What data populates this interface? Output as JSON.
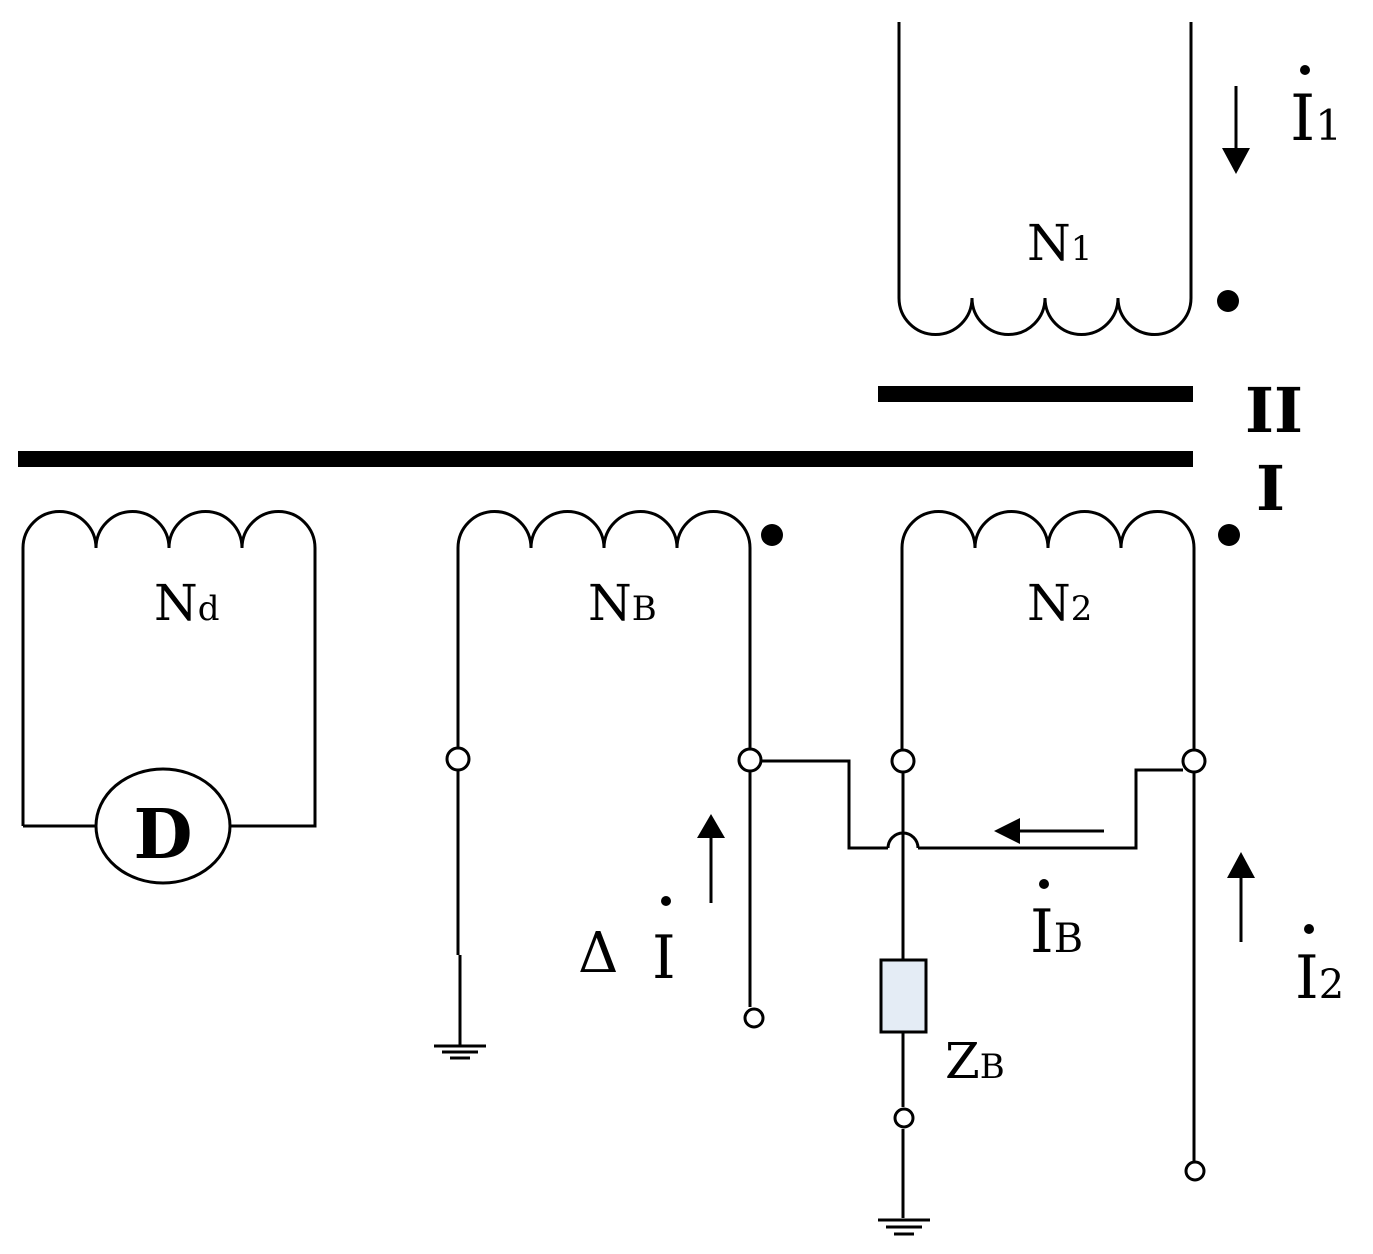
{
  "labels": {
    "n1": {
      "main": "N",
      "sub": "1"
    },
    "nd": {
      "main": "N",
      "sub": "d"
    },
    "nb": {
      "main": "N",
      "sub": "B"
    },
    "n2": {
      "main": "N",
      "sub": "2"
    },
    "zb": {
      "main": "Z",
      "sub": "B"
    },
    "core_ii": "II",
    "core_i": "I",
    "detector": "D",
    "i1": {
      "main": "I",
      "sub": "1"
    },
    "i2": {
      "main": "I",
      "sub": "2"
    },
    "ib": {
      "main": "I",
      "sub": "B"
    },
    "delta_i": {
      "prefix": "Δ",
      "main": "I"
    }
  },
  "colors": {
    "line": "#000000",
    "impedance_fill": "#e4ecf5",
    "background": "#ffffff"
  }
}
